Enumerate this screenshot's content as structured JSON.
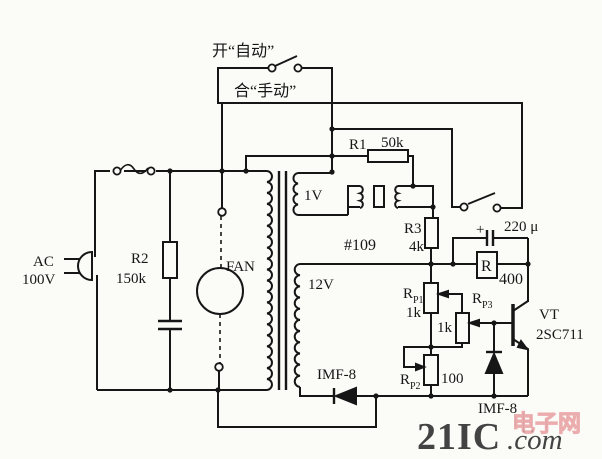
{
  "schematic": {
    "switches": {
      "auto_label": "开“自动”",
      "manual_label": "合“手动”"
    },
    "power": {
      "source_label": "AC",
      "source_value": "100V"
    },
    "transformer": {
      "secondary1": "1V",
      "secondary2": "12V"
    },
    "components": {
      "r1": {
        "label": "R1",
        "value": "50k"
      },
      "r2": {
        "label": "R2",
        "value": "150k"
      },
      "r3": {
        "label": "R3",
        "value": "4k"
      },
      "rp1": {
        "label": "R",
        "sub": "P1",
        "value": "1k"
      },
      "rp3": {
        "label": "R",
        "sub": "P3",
        "value": "1k"
      },
      "rp2": {
        "label": "R",
        "sub": "P2",
        "value": "100"
      },
      "relay": {
        "label": "R",
        "value": "400"
      },
      "capacitor": {
        "value": "220 μ",
        "polarity": "+"
      },
      "lamp": {
        "label": "#109"
      },
      "fan": {
        "label": "FAN"
      },
      "transistor": {
        "label": "VT",
        "model": "2SC711"
      },
      "diode_main": {
        "label": "IMF-8"
      },
      "diode_protect": {
        "label": "IMF-8"
      }
    }
  },
  "watermark": {
    "brand": "21IC",
    "tld": ".com",
    "site_name": "电子网",
    "color": "#e7999b"
  }
}
